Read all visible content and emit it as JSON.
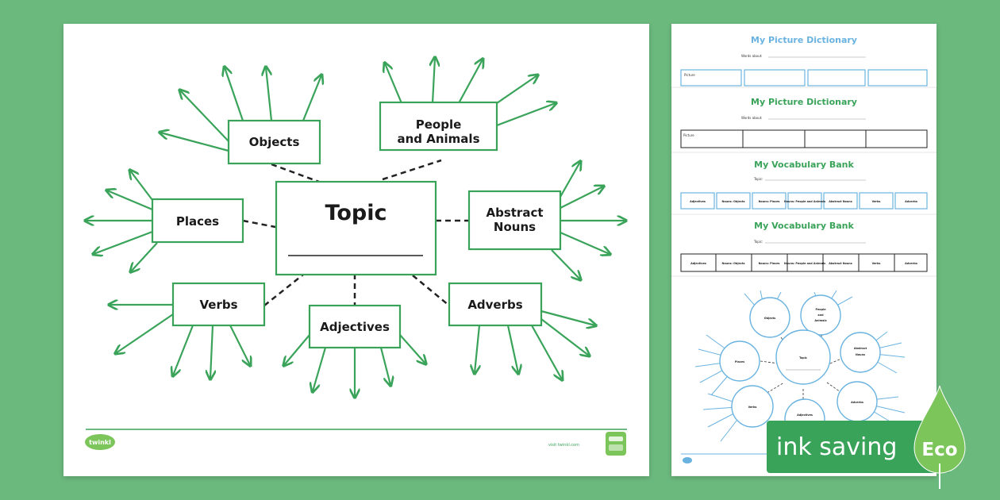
{
  "mindmap": {
    "center": {
      "title": "Topic"
    },
    "nodes": {
      "objects": "Objects",
      "people_line1": "People",
      "people_line2": "and Animals",
      "places": "Places",
      "abstract_line1": "Abstract",
      "abstract_line2": "Nouns",
      "verbs": "Verbs",
      "adjectives": "Adjectives",
      "adverbs": "Adverbs"
    },
    "colors": {
      "accent": "#3aa35a",
      "frame": "#3aa35a",
      "dash": "#222222"
    },
    "footer": {
      "brand": "twinkl",
      "small_text": "visit twinkl.com"
    }
  },
  "previews": {
    "dict1": {
      "title": "My Picture Dictionary",
      "field": "Words about:",
      "row_label": "Picture",
      "color": "#6ab3e0"
    },
    "dict2": {
      "title": "My Picture Dictionary",
      "field": "Words about:",
      "row_label": "Picture",
      "color": "#3aa35a"
    },
    "bank1": {
      "title": "My Vocabulary Bank",
      "field": "Topic:",
      "color": "#6ab3e0",
      "columns": [
        "Adjectives",
        "Nouns: Objects",
        "Nouns: Places",
        "Nouns: People and Animals",
        "Abstract Nouns",
        "Verbs",
        "Adverbs"
      ]
    },
    "bank2": {
      "title": "My Vocabulary Bank",
      "field": "Topic:",
      "color": "#3aa35a",
      "columns": [
        "Adjectives",
        "Nouns: Objects",
        "Nouns: Places",
        "Nouns: People and Animals",
        "Abstract Nouns",
        "Verbs",
        "Adverbs"
      ]
    },
    "mini_map": {
      "color": "#6ab3e0",
      "center": "Topic",
      "objects": "Objects",
      "people_line1": "People",
      "people_line2": "and",
      "people_line3": "Animals",
      "abstract_line1": "Abstract",
      "abstract_line2": "Nouns",
      "places": "Places",
      "verbs": "Verbs",
      "adjectives": "Adjectives",
      "adverbs": "Adverbs"
    }
  },
  "badge": {
    "text": "ink saving",
    "eco": "Eco",
    "color": "#3aa35a",
    "drop_color": "#7cc55a"
  }
}
